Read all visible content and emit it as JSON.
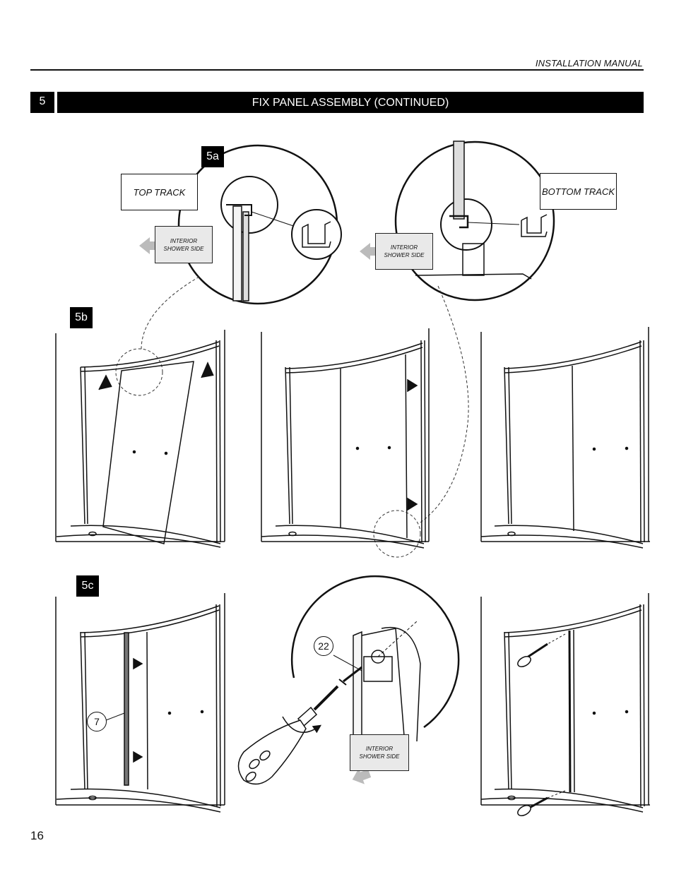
{
  "header": {
    "label": "INSTALLATION MANUAL"
  },
  "step": {
    "number": "5",
    "title": "FIX PANEL ASSEMBLY (CONTINUED)"
  },
  "substeps": {
    "a": "5a",
    "b": "5b",
    "c": "5c"
  },
  "callouts": {
    "top_track": "TOP TRACK",
    "bottom_track": "BOTTOM TRACK",
    "interior_line1": "INTERIOR",
    "interior_line2": "SHOWER SIDE"
  },
  "parts": {
    "screw": "22",
    "panel": "7"
  },
  "footer": {
    "page_number": "16"
  }
}
